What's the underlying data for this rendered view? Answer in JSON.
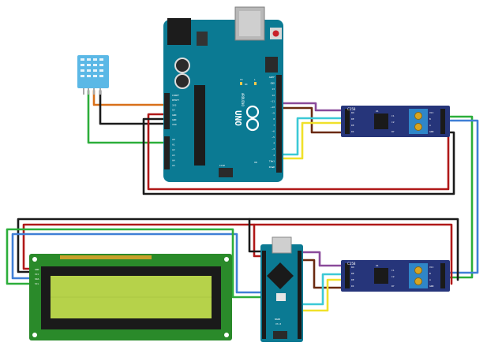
{
  "colors": {
    "arduino_board": "#0b7a93",
    "module_board": "#26357a",
    "lcd_board": "#2a8a2a",
    "lcd_screen": "#b6d24a",
    "dht_body": "#5bb8e6",
    "wire_red": "#b01818",
    "wire_black": "#1a1a1a",
    "wire_blue": "#3f7fd6",
    "wire_green": "#2cae3a",
    "wire_yellow": "#f0e12a",
    "wire_cyan": "#3cc9d6",
    "wire_orange": "#d8701a",
    "wire_purple": "#8a4a9a",
    "wire_brown": "#6a2a10"
  },
  "uno": {
    "logo_text": "UNO",
    "brand_text": "ARDUINO",
    "icsp_label": "ICSP",
    "on_label": "ON",
    "tx_label": "TX",
    "rx_label": "RX",
    "l_label": "L",
    "power_header": [
      "IOREF",
      "RESET",
      "3V3",
      "5V",
      "GND",
      "GND",
      "VIN"
    ],
    "analog_header": [
      "A0",
      "A1",
      "A2",
      "A3",
      "A4",
      "A5"
    ],
    "digital_header": [
      "AREF",
      "GND",
      "13",
      "12",
      "~11",
      "~10",
      "~9",
      "8",
      "7",
      "~6",
      "~5",
      "4",
      "~3",
      "2",
      "TX▶1",
      "RX◀0"
    ]
  },
  "nano": {
    "brand_text": "NANO",
    "version_text": "V3.0"
  },
  "rs485_top": {
    "chip_label": "C258",
    "labels": [
      "RO",
      "RE",
      "DE",
      "DI",
      "VCC",
      "B",
      "A",
      "GND",
      "U1",
      "C1",
      "C2",
      "R7"
    ]
  },
  "rs485_bottom": {
    "chip_label": "C258",
    "labels": [
      "RO",
      "RE",
      "DE",
      "DI",
      "VCC",
      "B",
      "A",
      "GND",
      "U1",
      "C1",
      "C2",
      "R7"
    ]
  },
  "lcd": {
    "pin_labels": [
      "GND",
      "VCC",
      "SDA",
      "SCL"
    ]
  }
}
